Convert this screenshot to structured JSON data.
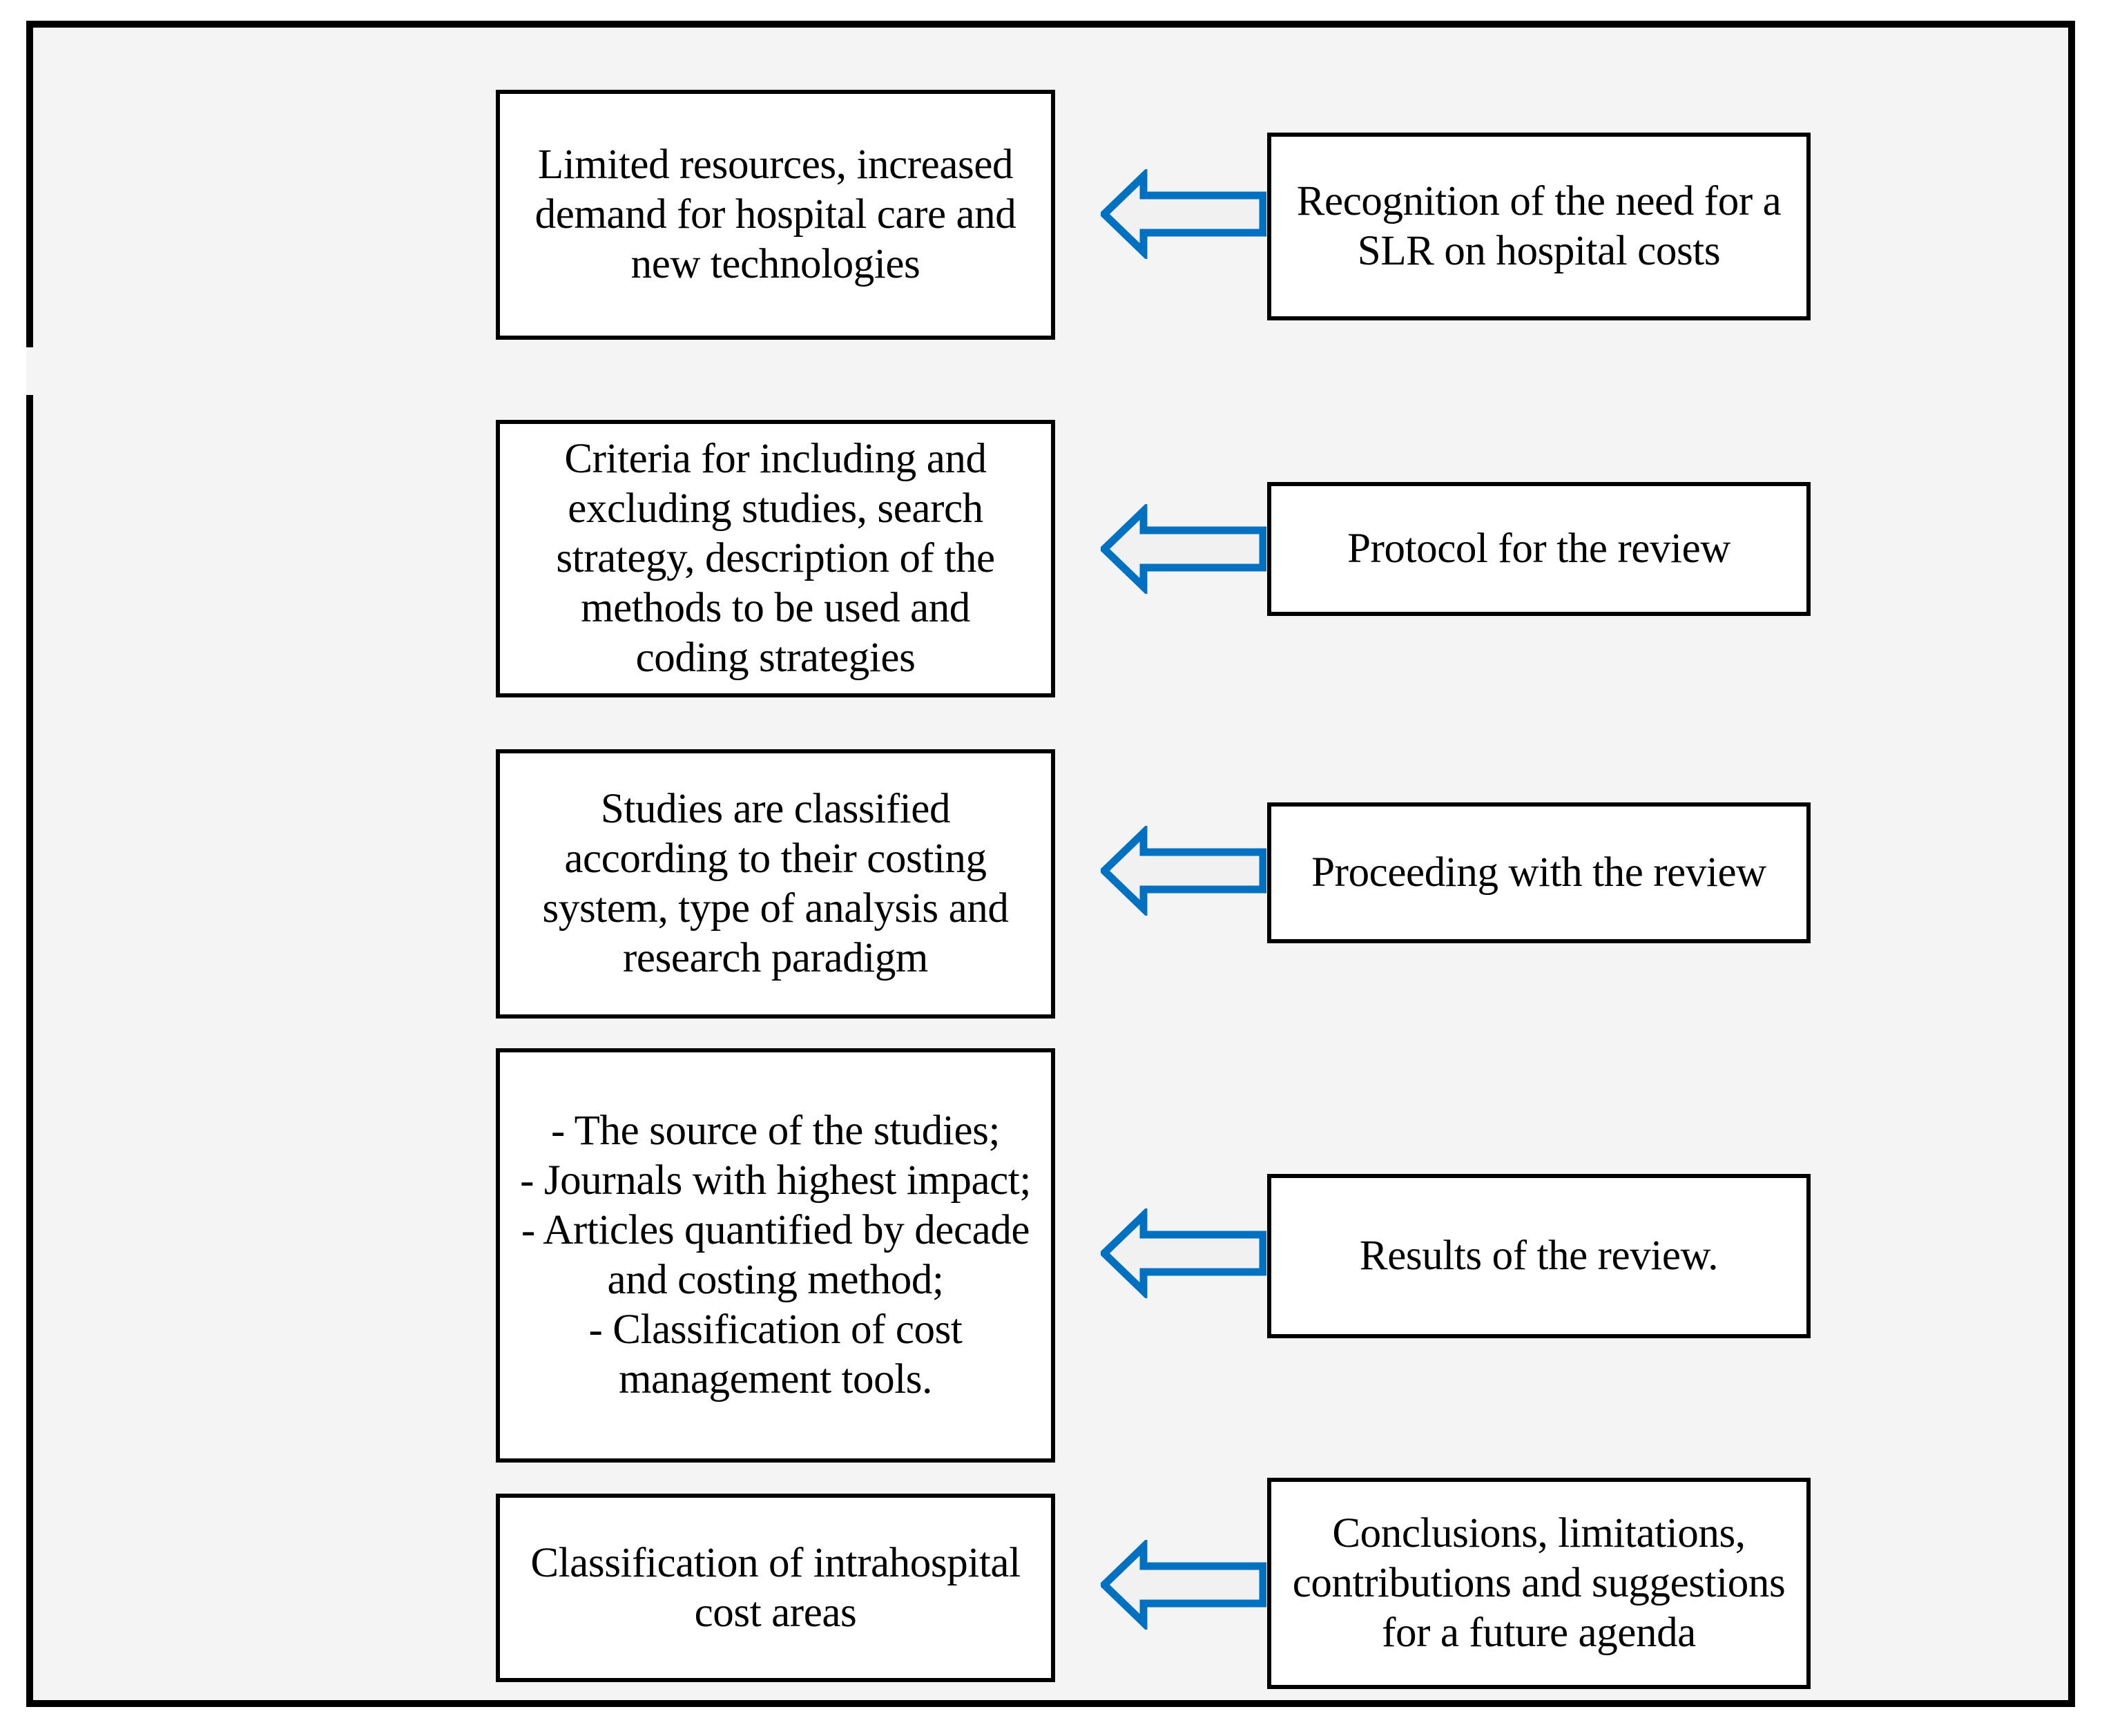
{
  "figure": {
    "kind": "process-flow-diagram",
    "orientation": "arrows point right-to-left",
    "frame_bg": "#f4f4f4",
    "arrow_color": "#0070c0",
    "arrow_fill": "#f1f1f1",
    "box_border_color": "#000000",
    "box_fill": "#ffffff"
  },
  "rows": [
    {
      "id": "row-1",
      "left_label": "Limited resources, increased\ndemand for hospital care and\nnew technologies",
      "right_label": "Recognition of the need for a\nSLR on hospital costs",
      "arrow": "left-arrow-icon"
    },
    {
      "id": "row-2",
      "left_label": "Criteria for including and\nexcluding studies, search\nstrategy, description of the\nmethods to be used and\ncoding strategies",
      "right_label": "Protocol for the review",
      "arrow": "left-arrow-icon"
    },
    {
      "id": "row-3",
      "left_label": "Studies are classified\naccording to their costing\nsystem, type of analysis and\nresearch paradigm",
      "right_label": "Proceeding with the review",
      "arrow": "left-arrow-icon"
    },
    {
      "id": "row-4",
      "left_label": "- The  source of the studies;\n- Journals with highest impact;\n- Articles quantified by decade\nand costing method;\n- Classification of cost\nmanagement tools.",
      "right_label": "Results of the review.",
      "arrow": "left-arrow-icon"
    },
    {
      "id": "row-5",
      "left_label": "Classification of intrahospital\ncost areas",
      "right_label": "Conclusions, limitations,\ncontributions and suggestions\nfor a future agenda",
      "arrow": "left-arrow-icon"
    }
  ]
}
